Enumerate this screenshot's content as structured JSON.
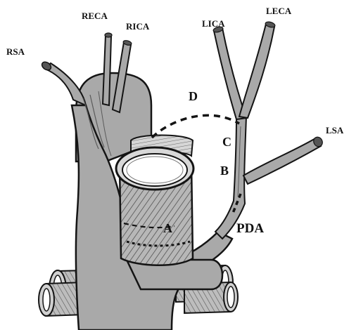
{
  "labels": {
    "reca": "RECA",
    "rica": "RICA",
    "lica": "LICA",
    "leca": "LECA",
    "rsa": "RSA",
    "lsa": "LSA",
    "a": "A",
    "b": "B",
    "c": "C",
    "d": "D",
    "pda": "PDA"
  },
  "colors": {
    "vessel_fill": "#a9a9a9",
    "vessel_dark": "#8e8e8e",
    "outline": "#141414",
    "background": "#ffffff"
  }
}
